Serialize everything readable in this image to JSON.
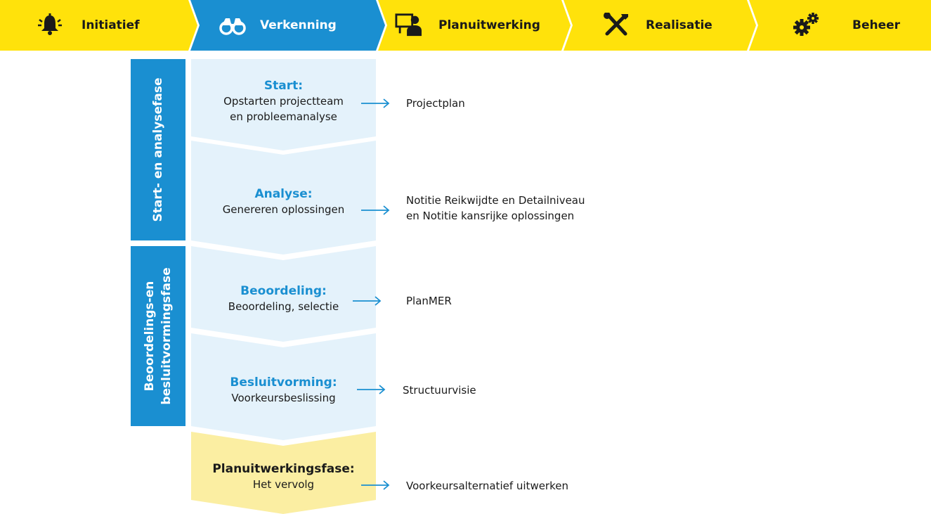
{
  "colors": {
    "yellow": "#ffe20b",
    "blue": "#1a8fd1",
    "light_blue": "#e4f2fb",
    "light_yellow": "#fbeea2",
    "arrow": "#1a8fd1"
  },
  "phases": [
    {
      "label": "Initiatief",
      "icon": "bell-icon"
    },
    {
      "label": "Verkenning",
      "icon": "binoculars-icon"
    },
    {
      "label": "Planuitwerking",
      "icon": "presenter-icon"
    },
    {
      "label": "Realisatie",
      "icon": "tools-icon"
    },
    {
      "label": "Beheer",
      "icon": "gears-icon"
    }
  ],
  "side_blocks": [
    {
      "lines": [
        "Start- en analysefase"
      ]
    },
    {
      "lines": [
        "Beoordelings-en",
        "besluitvormingsfase"
      ]
    }
  ],
  "steps": [
    {
      "title": "Start:",
      "lines": [
        "Opstarten projectteam",
        "en probleemanalyse"
      ],
      "output": [
        "Projectplan"
      ]
    },
    {
      "title": "Analyse:",
      "lines": [
        "Genereren oplossingen"
      ],
      "output": [
        "Notitie Reikwijdte en Detailniveau",
        "en Notitie kansrijke oplossingen"
      ]
    },
    {
      "title": "Beoordeling:",
      "lines": [
        "Beoordeling, selectie"
      ],
      "output": [
        "PlanMER"
      ]
    },
    {
      "title": "Besluitvorming:",
      "lines": [
        "Voorkeursbeslissing"
      ],
      "output": [
        "Structuurvisie"
      ]
    },
    {
      "title": "Planuitwerkingsfase:",
      "lines": [
        "Het vervolg"
      ],
      "output": [
        "Voorkeursalternatief uitwerken"
      ]
    }
  ]
}
